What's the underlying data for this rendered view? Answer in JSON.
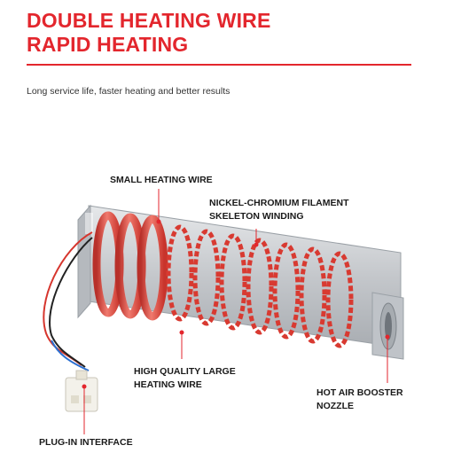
{
  "header": {
    "title_line1": "DOUBLE HEATING WIRE",
    "title_line2": "RAPID HEATING",
    "subtitle": "Long service life, faster heating and better results"
  },
  "labels": {
    "small_wire": "SMALL HEATING WIRE",
    "nickel_line1": "NICKEL-CHROMIUM FILAMENT",
    "nickel_line2": "SKELETON WINDING",
    "large_line1": "HIGH QUALITY LARGE",
    "large_line2": "HEATING WIRE",
    "booster_line1": "HOT AIR BOOSTER",
    "booster_line2": "NOZZLE",
    "plug": "PLUG-IN INTERFACE"
  },
  "colors": {
    "accent": "#e3262d",
    "coil": "#e0453c",
    "metal": "#c9ccd0"
  },
  "icons": [
    "heating-element-illustration",
    "connector-plug-icon"
  ]
}
